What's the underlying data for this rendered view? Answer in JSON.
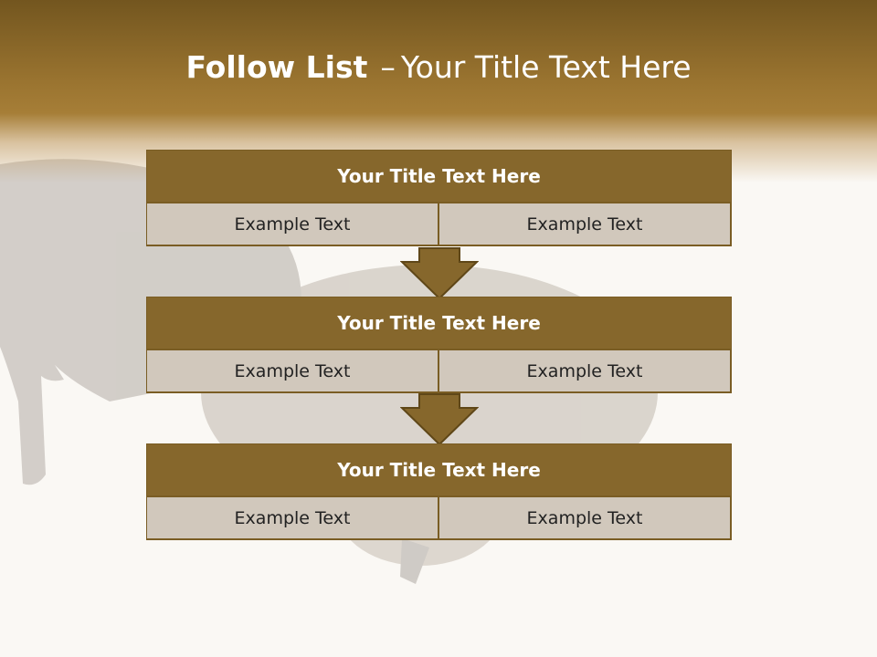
{
  "slide": {
    "title_strong": "Follow List",
    "title_separator": "–",
    "title_rest": "Your Title Text Here"
  },
  "blocks": [
    {
      "title": "Your Title Text Here",
      "left": "Example Text",
      "right": "Example Text"
    },
    {
      "title": "Your Title Text Here",
      "left": "Example Text",
      "right": "Example Text"
    },
    {
      "title": "Your Title Text Here",
      "left": "Example Text",
      "right": "Example Text"
    }
  ],
  "colors": {
    "header_dark": "#73561f",
    "header_light": "#a67e37",
    "block_title_fill": "#86672c",
    "cell_fill": "#d1c8bc",
    "arrow_fill": "#86672c"
  }
}
